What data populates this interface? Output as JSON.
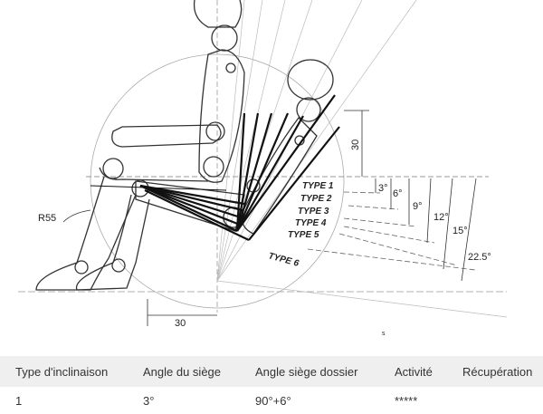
{
  "diagram": {
    "type_labels": [
      "TYPE 1",
      "TYPE 2",
      "TYPE 3",
      "TYPE 4",
      "TYPE 5",
      "TYPE 6"
    ],
    "angle_labels": [
      "3°",
      "6°",
      "9°",
      "12°",
      "15°",
      "22.5°"
    ],
    "dim_vertical": "30",
    "dim_horizontal": "30",
    "radius_label": "R55",
    "small_mark": "s"
  },
  "table": {
    "headers": [
      "Type d'inclinaison",
      "Angle du siège",
      "Angle siège dossier",
      "Activité",
      "Récupération"
    ],
    "rows": [
      [
        "1",
        "3°",
        "90°+6°",
        "*****",
        ""
      ]
    ]
  }
}
